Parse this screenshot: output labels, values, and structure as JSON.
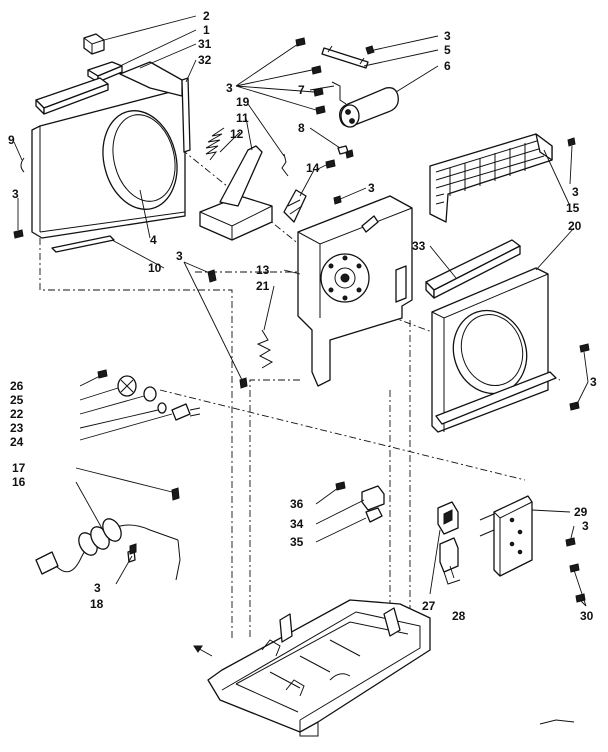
{
  "callouts": [
    {
      "id": "c2",
      "text": "2"
    },
    {
      "id": "c1",
      "text": "1"
    },
    {
      "id": "c31",
      "text": "31"
    },
    {
      "id": "c32",
      "text": "32"
    },
    {
      "id": "c3a",
      "text": "3"
    },
    {
      "id": "c19",
      "text": "19"
    },
    {
      "id": "c11",
      "text": "11"
    },
    {
      "id": "c12",
      "text": "12"
    },
    {
      "id": "c9",
      "text": "9"
    },
    {
      "id": "c3b",
      "text": "3"
    },
    {
      "id": "c4",
      "text": "4"
    },
    {
      "id": "c10",
      "text": "10"
    },
    {
      "id": "c3c",
      "text": "3"
    },
    {
      "id": "c3d",
      "text": "3"
    },
    {
      "id": "c5",
      "text": "5"
    },
    {
      "id": "c6",
      "text": "6"
    },
    {
      "id": "c7",
      "text": "7"
    },
    {
      "id": "c8",
      "text": "8"
    },
    {
      "id": "c14",
      "text": "14"
    },
    {
      "id": "c3e",
      "text": "3"
    },
    {
      "id": "c3f",
      "text": "3"
    },
    {
      "id": "c15",
      "text": "15"
    },
    {
      "id": "c20",
      "text": "20"
    },
    {
      "id": "c33",
      "text": "33"
    },
    {
      "id": "c13",
      "text": "13"
    },
    {
      "id": "c21",
      "text": "21"
    },
    {
      "id": "c3g",
      "text": "3"
    },
    {
      "id": "c26",
      "text": "26"
    },
    {
      "id": "c25",
      "text": "25"
    },
    {
      "id": "c22",
      "text": "22"
    },
    {
      "id": "c23",
      "text": "23"
    },
    {
      "id": "c24",
      "text": "24"
    },
    {
      "id": "c17",
      "text": "17"
    },
    {
      "id": "c16",
      "text": "16"
    },
    {
      "id": "c3h",
      "text": "3"
    },
    {
      "id": "c18",
      "text": "18"
    },
    {
      "id": "c36",
      "text": "36"
    },
    {
      "id": "c34",
      "text": "34"
    },
    {
      "id": "c35",
      "text": "35"
    },
    {
      "id": "c29",
      "text": "29"
    },
    {
      "id": "c3i",
      "text": "3"
    },
    {
      "id": "c27",
      "text": "27"
    },
    {
      "id": "c28",
      "text": "28"
    },
    {
      "id": "c30",
      "text": "30"
    }
  ]
}
